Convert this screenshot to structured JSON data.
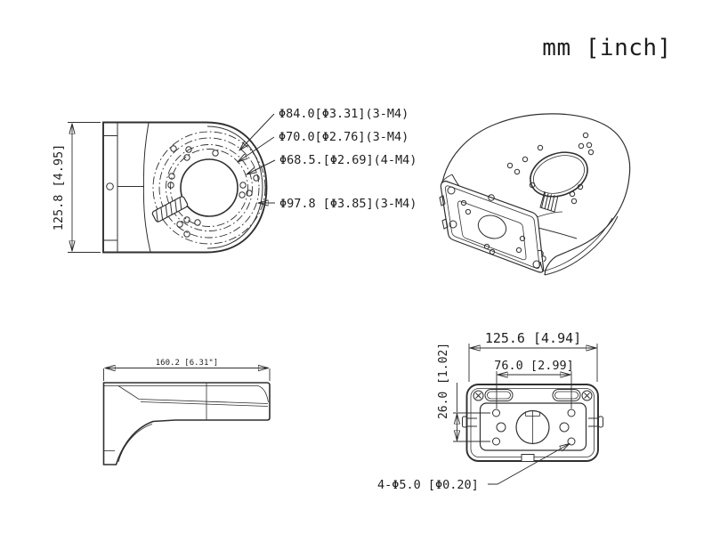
{
  "units_label": "mm [inch]",
  "front_view": {
    "height_dim": "125.8 [4.95]",
    "callouts": [
      "Φ84.0[Φ3.31](3-M4)",
      "Φ70.0[Φ2.76](3-M4)",
      "Φ68.5.[Φ2.69](4-M4)",
      "Φ97.8 [Φ3.85](3-M4)"
    ]
  },
  "side_view": {
    "length_dim": "160.2 [6.31\"]"
  },
  "back_view": {
    "width_dim": "125.6 [4.94]",
    "hole_spacing_dim": "76.0 [2.99]",
    "row_spacing_dim": "26.0 [1.02]",
    "mount_holes_callout": "4-Φ5.0 [Φ0.20]"
  },
  "line_color": "#2f2f2f"
}
